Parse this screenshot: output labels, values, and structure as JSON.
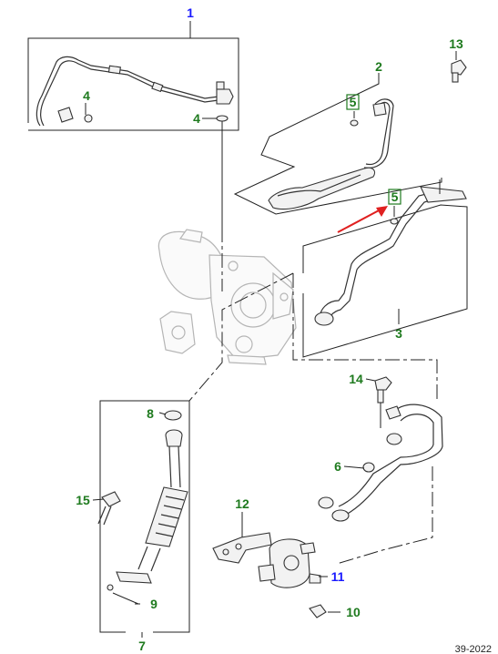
{
  "colors": {
    "callout_blue": "#1a1aff",
    "callout_green": "#1e7a1e",
    "arrow_red": "#e02020",
    "line": "#222222"
  },
  "callouts": {
    "c1": "1",
    "c2": "2",
    "c3": "3",
    "c4a": "4",
    "c4b": "4",
    "c5a": "5",
    "c5b": "5",
    "c6": "6",
    "c7": "7",
    "c8": "8",
    "c9": "9",
    "c10": "10",
    "c11": "11",
    "c12": "12",
    "c13": "13",
    "c14": "14",
    "c15": "15"
  },
  "footer": "39-2022"
}
